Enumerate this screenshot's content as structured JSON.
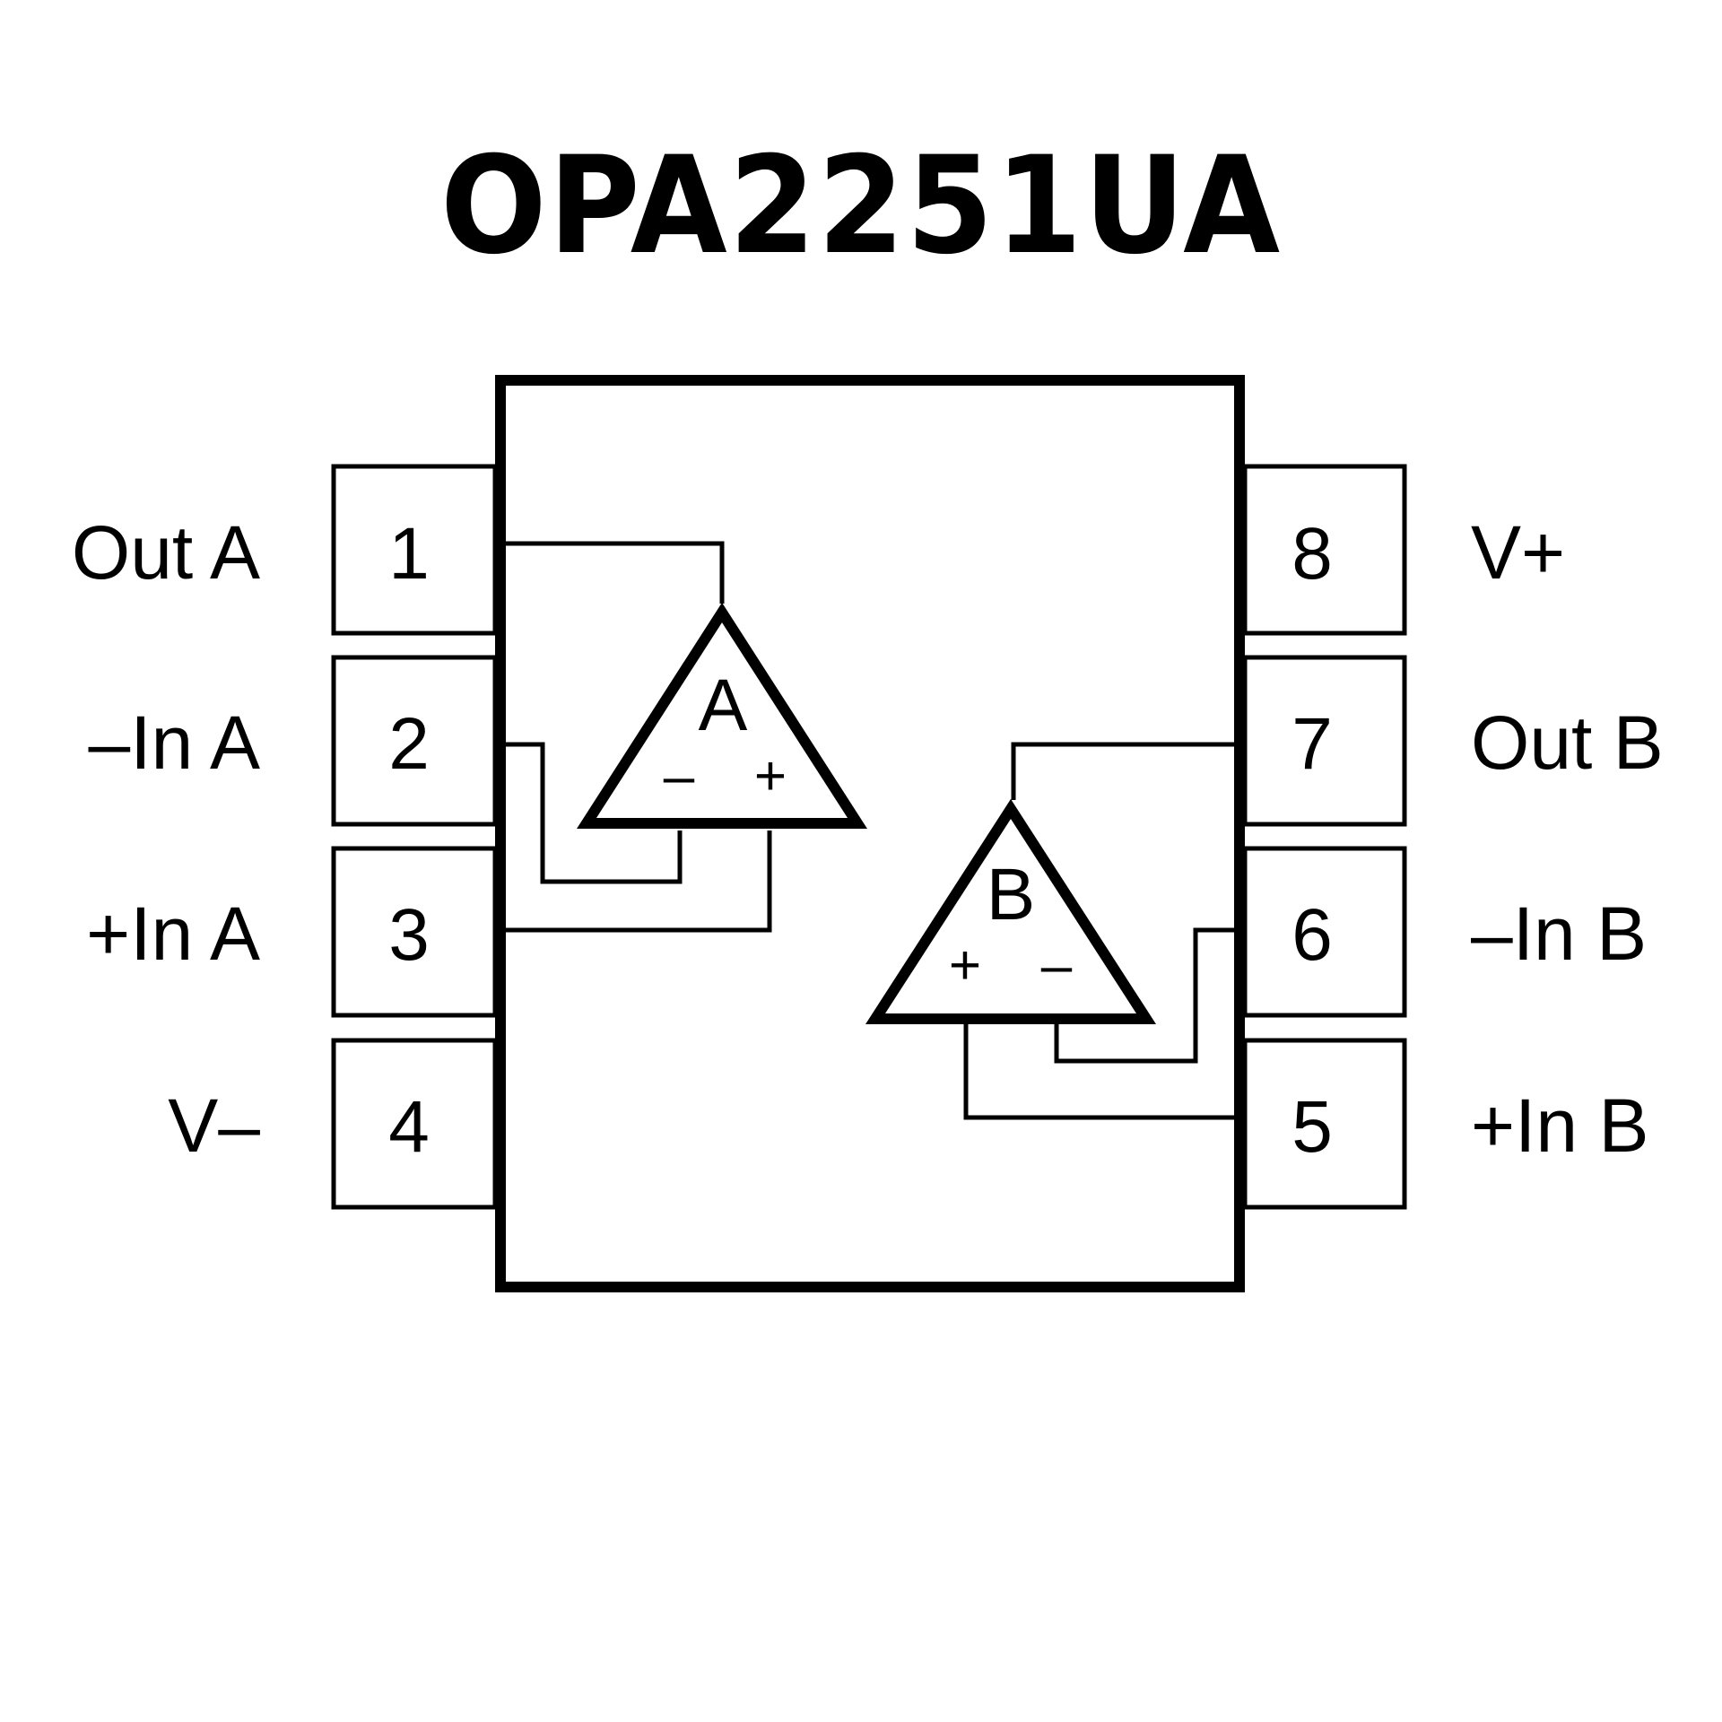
{
  "title": "OPA2251UA",
  "colors": {
    "ink": "#000000",
    "background": "#ffffff"
  },
  "pins": [
    {
      "number": "1",
      "label": "Out A"
    },
    {
      "number": "2",
      "label": "–In A"
    },
    {
      "number": "3",
      "label": "+In A"
    },
    {
      "number": "4",
      "label": "V–"
    },
    {
      "number": "5",
      "label": "+In B"
    },
    {
      "number": "6",
      "label": "–In B"
    },
    {
      "number": "7",
      "label": "Out B"
    },
    {
      "number": "8",
      "label": "V+"
    }
  ],
  "amplifiers": [
    {
      "name": "A",
      "left_input": "–",
      "right_input": "+"
    },
    {
      "name": "B",
      "left_input": "+",
      "right_input": "–"
    }
  ]
}
